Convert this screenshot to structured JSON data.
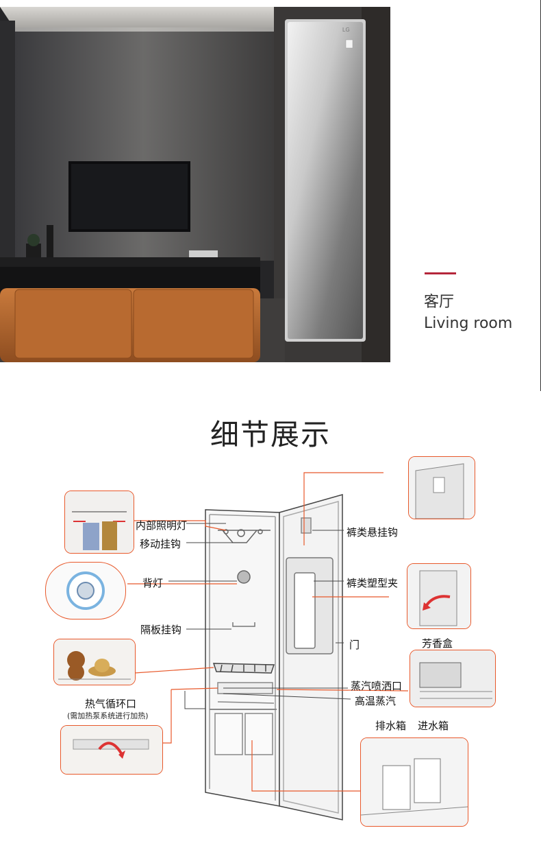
{
  "hero": {
    "caption_cn": "客厅",
    "caption_en": "Living room",
    "accent_color": "#b5263a",
    "badge": "LG"
  },
  "section": {
    "title": "细节展示"
  },
  "labels": {
    "interior_light": "内部照明灯",
    "moving_hanger": "移动挂钩",
    "back_light": "背灯",
    "shelf_hook": "隔板挂钩",
    "hot_air_outlet": "热气循环口",
    "hot_air_note": "(需加热泵系统进行加热)",
    "trouser_hanger": "裤类悬挂钩",
    "trouser_clip": "裤类塑型夹",
    "door": "门",
    "aroma_box": "芳香盒",
    "steam_nozzle": "蒸汽喷洒口",
    "hot_steam": "高温蒸汽",
    "drain_tank": "排水箱",
    "water_tank": "进水箱"
  },
  "colors": {
    "callout": "#e8582a",
    "line": "#444444"
  }
}
